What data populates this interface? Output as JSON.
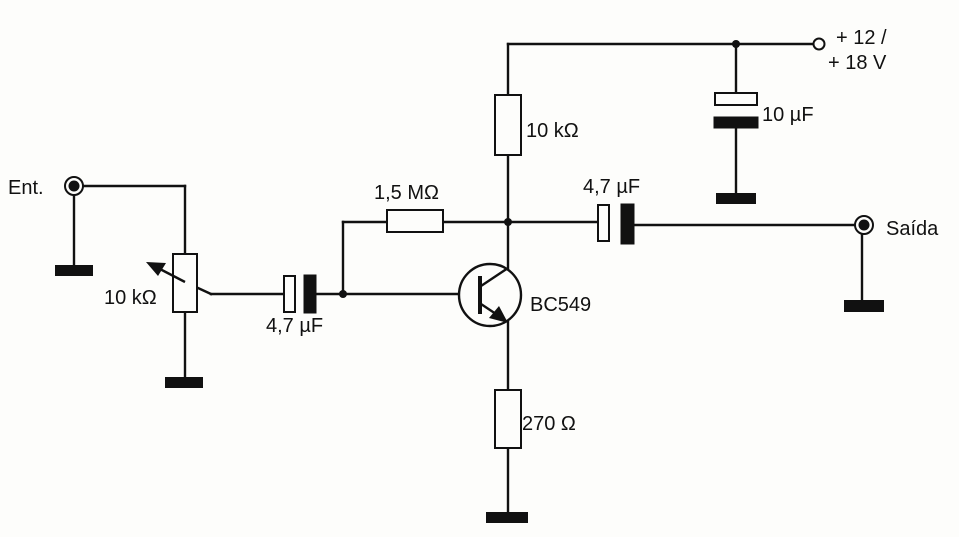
{
  "labels": {
    "input": "Ent.",
    "output": "Saída",
    "supply_line1": "+ 12 /",
    "supply_line2": "+ 18 V",
    "pot": "10 kΩ",
    "cap_in": "4,7 µF",
    "r_bias": "1,5 MΩ",
    "r_collector": "10 kΩ",
    "cap_out": "4,7 µF",
    "cap_supply": "10 µF",
    "transistor": "BC549",
    "r_emitter": "270 Ω"
  },
  "icons": {
    "transistor": "npn-transistor-icon",
    "resistor": "resistor-icon",
    "capacitor": "capacitor-icon",
    "ground": "ground-icon",
    "terminal": "terminal-icon"
  }
}
